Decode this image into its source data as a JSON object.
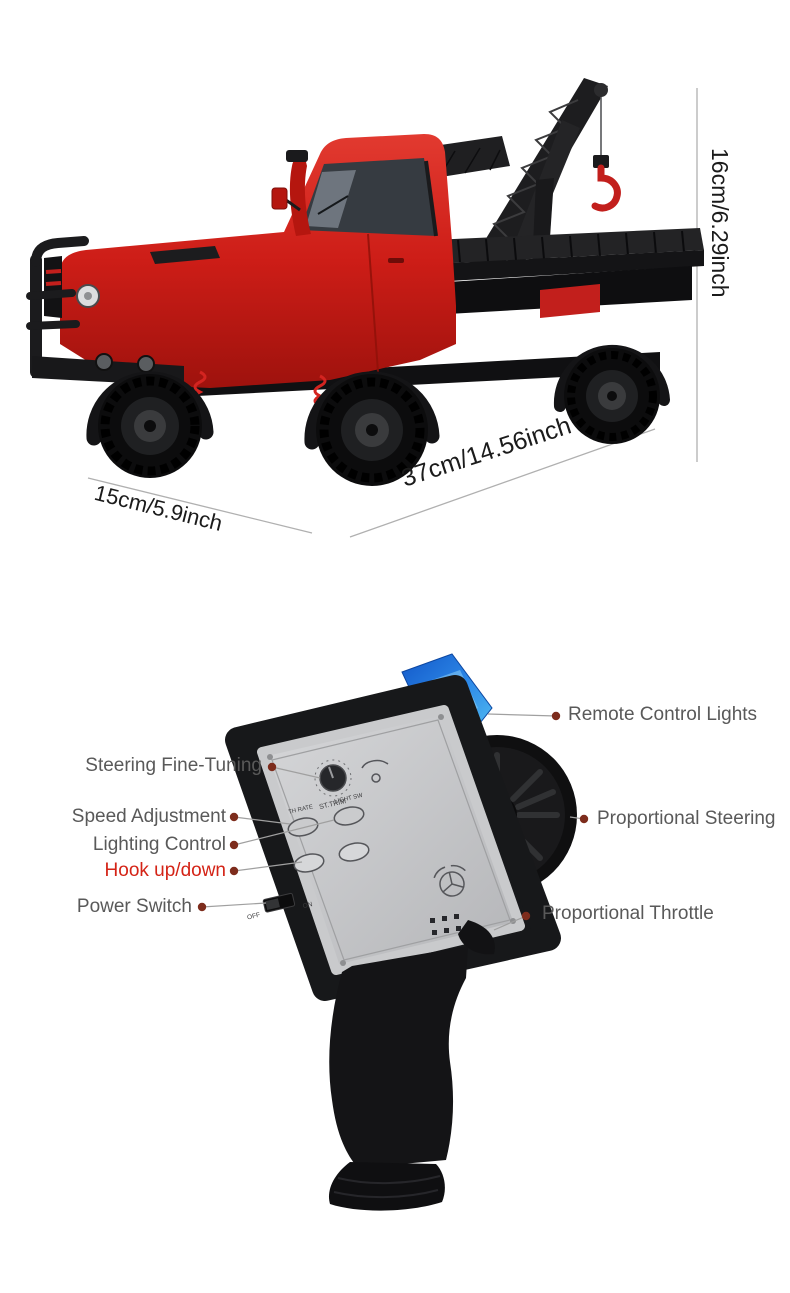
{
  "truck": {
    "dimensions": {
      "height": "16cm/6.29inch",
      "width": "15cm/5.9inch",
      "length": "37cm/14.56inch"
    }
  },
  "remote": {
    "callouts": {
      "remote_control_lights": "Remote Control Lights",
      "steering_fine_tuning": "Steering Fine-Tuning",
      "speed_adjustment": "Speed Adjustment",
      "lighting_control": "Lighting Control",
      "hook_up_down": "Hook up/down",
      "power_switch": "Power Switch",
      "proportional_steering": "Proportional Steering",
      "proportional_throttle": "Proportional Throttle"
    },
    "panel": {
      "st_trim": "ST.TRIM",
      "th_rate": "TH RATE",
      "light_sw": "LIGHT SW",
      "off": "OFF",
      "on": "ON"
    }
  },
  "colors": {
    "truck_red": "#d42420",
    "hook_red": "#c21f1c",
    "antenna_blue": "#1e7ae0",
    "callout_dot": "#7d2c1c",
    "hook_label_red": "#d42316",
    "label_gray": "#595959",
    "dimension_text": "#1b1b1b"
  }
}
